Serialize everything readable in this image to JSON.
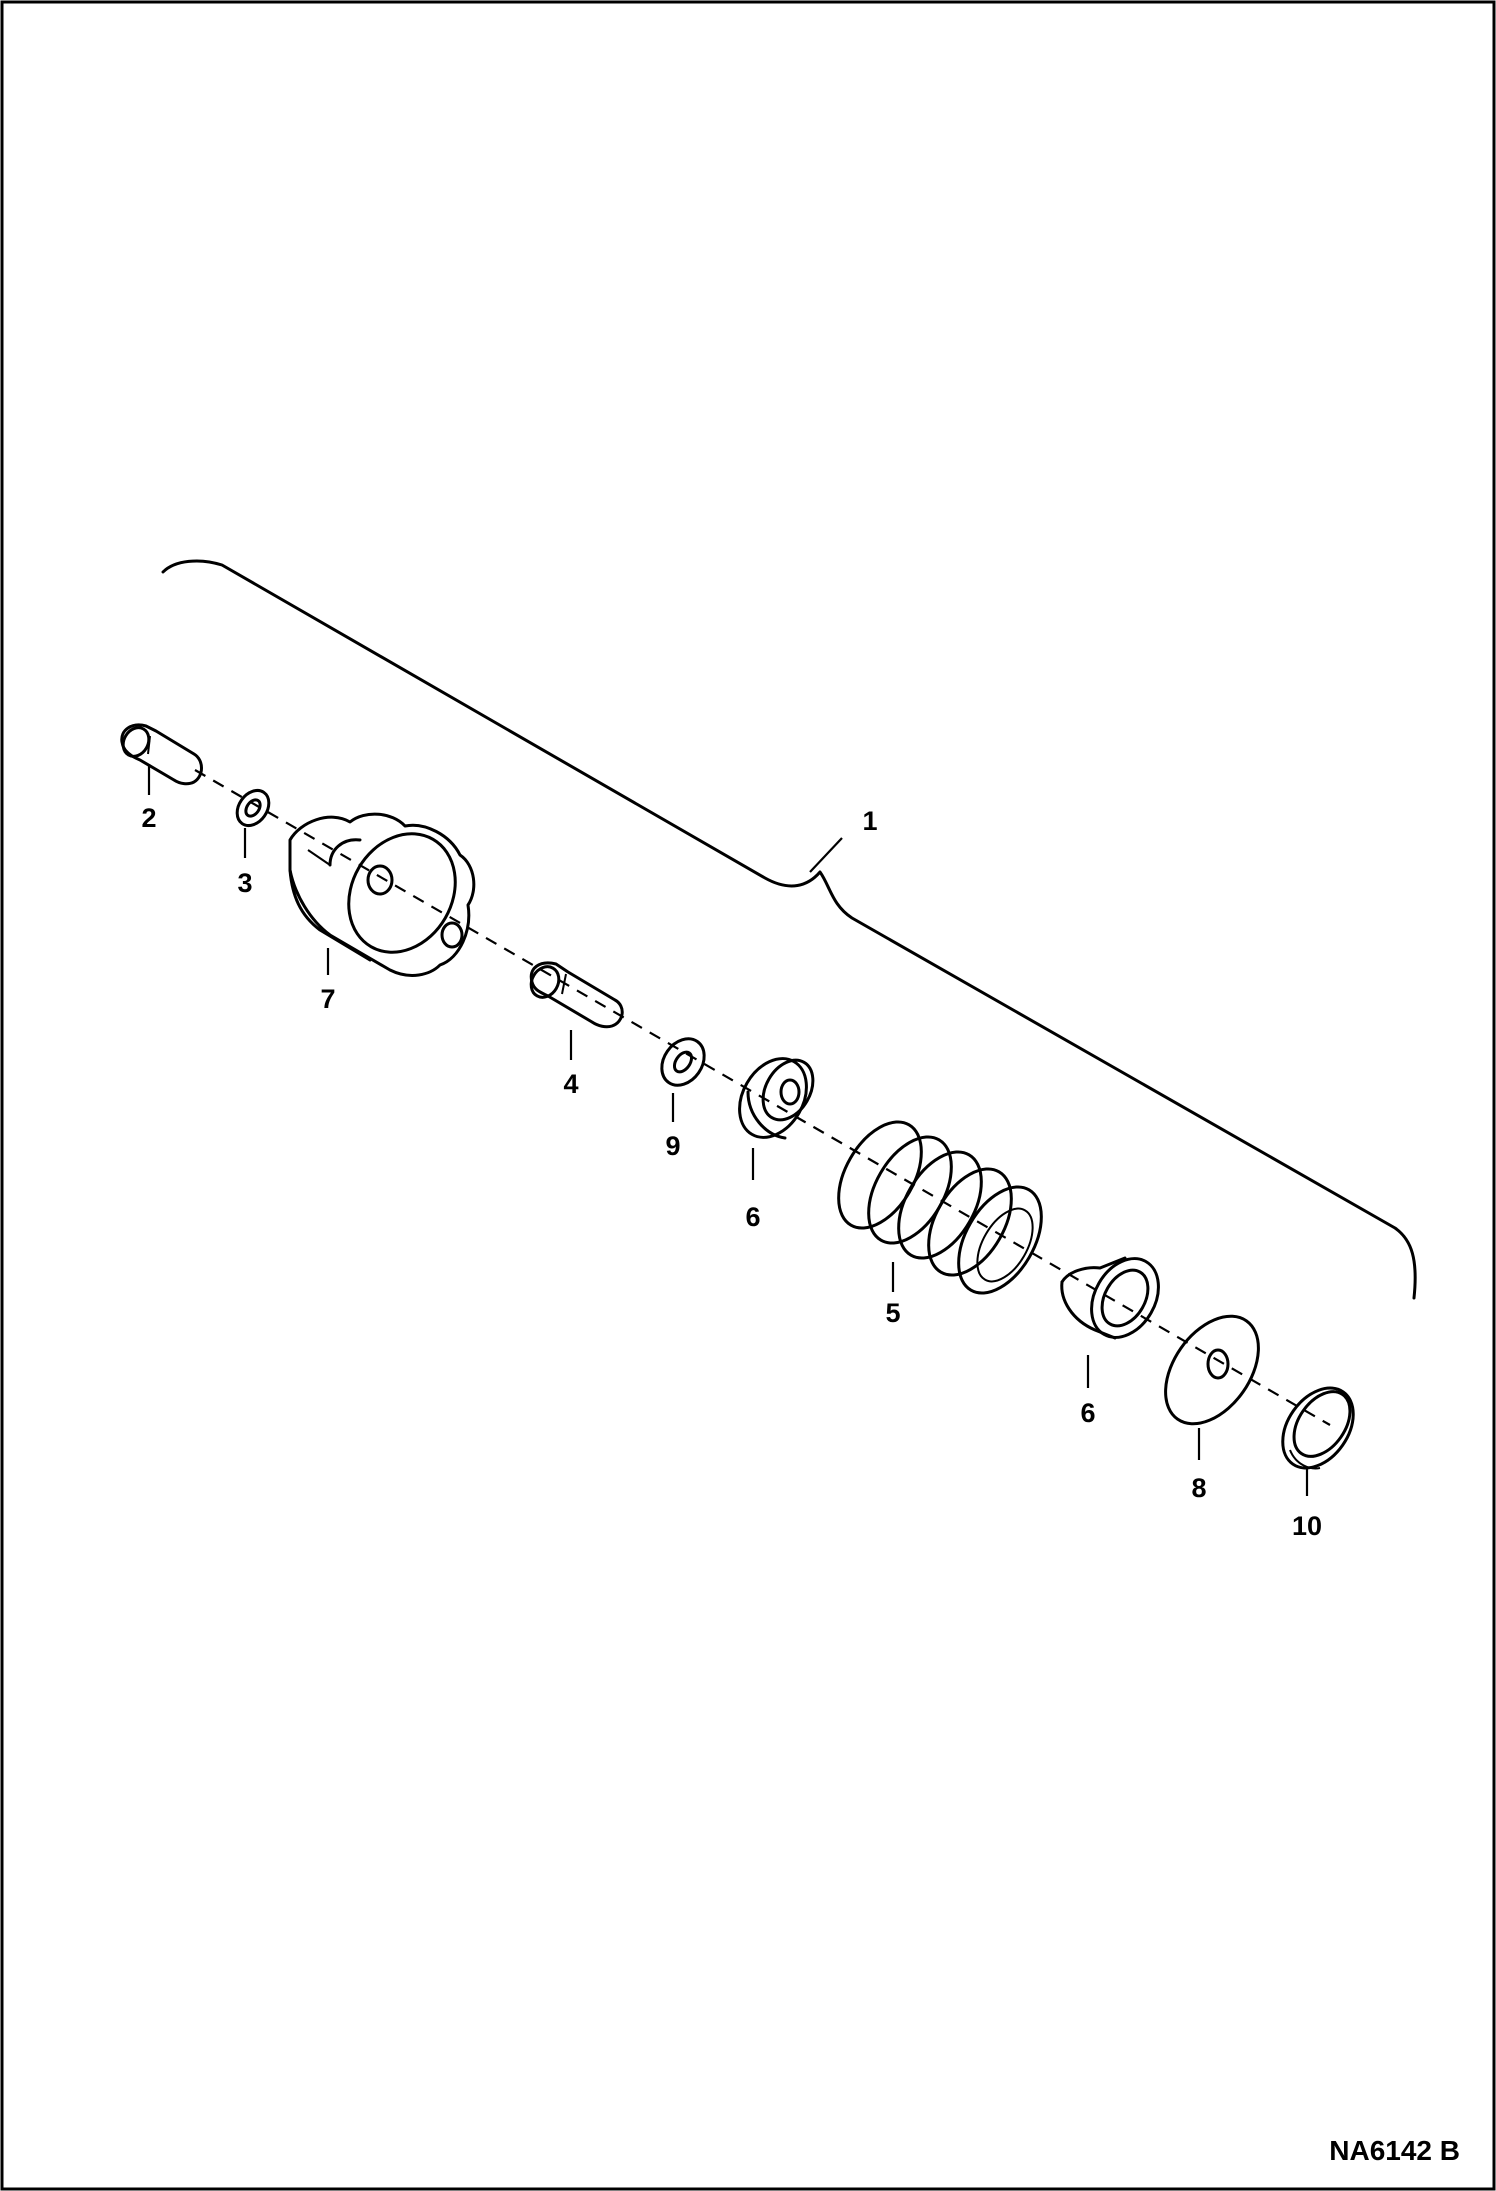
{
  "diagram": {
    "callouts": [
      {
        "id": "c1",
        "label": "1"
      },
      {
        "id": "c2",
        "label": "2"
      },
      {
        "id": "c3",
        "label": "3"
      },
      {
        "id": "c7",
        "label": "7"
      },
      {
        "id": "c4",
        "label": "4"
      },
      {
        "id": "c9",
        "label": "9"
      },
      {
        "id": "c6a",
        "label": "6"
      },
      {
        "id": "c5",
        "label": "5"
      },
      {
        "id": "c6b",
        "label": "6"
      },
      {
        "id": "c8",
        "label": "8"
      },
      {
        "id": "c10",
        "label": "10"
      }
    ],
    "drawing_number": "NA6142 B"
  }
}
